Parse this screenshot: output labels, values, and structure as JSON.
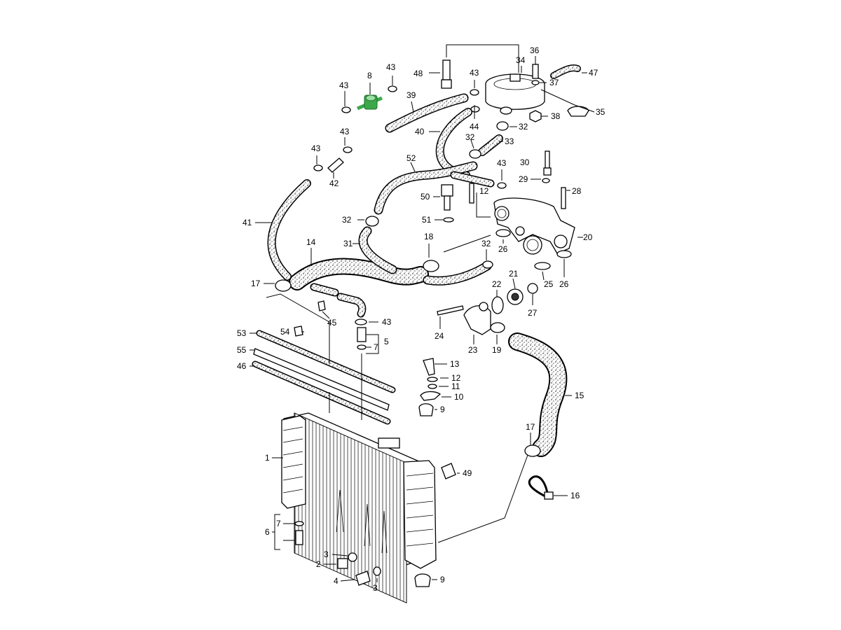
{
  "colors": {
    "ink": "#000000",
    "background": "#ffffff",
    "highlight": "#3ca84a",
    "hose_speckle": "#000000"
  },
  "highlighted_part": "8",
  "labels": {
    "l1": "1",
    "l2": "2",
    "l3a": "3",
    "l3b": "3",
    "l4": "4",
    "l5": "5",
    "l6": "6",
    "l7a": "7",
    "l7b": "7",
    "l8": "8",
    "l9a": "9",
    "l9b": "9",
    "l10": "10",
    "l11": "11",
    "l12a": "12",
    "l12b": "12",
    "l13": "13",
    "l14": "14",
    "l15": "15",
    "l16": "16",
    "l17a": "17",
    "l17b": "17",
    "l18": "18",
    "l19": "19",
    "l20": "20",
    "l21": "21",
    "l22": "22",
    "l23": "23",
    "l24": "24",
    "l25": "25",
    "l26a": "26",
    "l26b": "26",
    "l27": "27",
    "l28": "28",
    "l29": "29",
    "l30": "30",
    "l31": "31",
    "l32a": "32",
    "l32b": "32",
    "l32c": "32",
    "l32d": "32",
    "l33": "33",
    "l34": "34",
    "l35": "35",
    "l36": "36",
    "l37": "37",
    "l38": "38",
    "l39": "39",
    "l40": "40",
    "l41": "41",
    "l42": "42",
    "l43a": "43",
    "l43b": "43",
    "l43c": "43",
    "l43d": "43",
    "l43e": "43",
    "l43f": "43",
    "l43g": "43",
    "l44": "44",
    "l45": "45",
    "l46": "46",
    "l47": "47",
    "l48": "48",
    "l49": "49",
    "l50": "50",
    "l51": "51",
    "l52": "52",
    "l53": "53",
    "l54": "54",
    "l55": "55"
  }
}
